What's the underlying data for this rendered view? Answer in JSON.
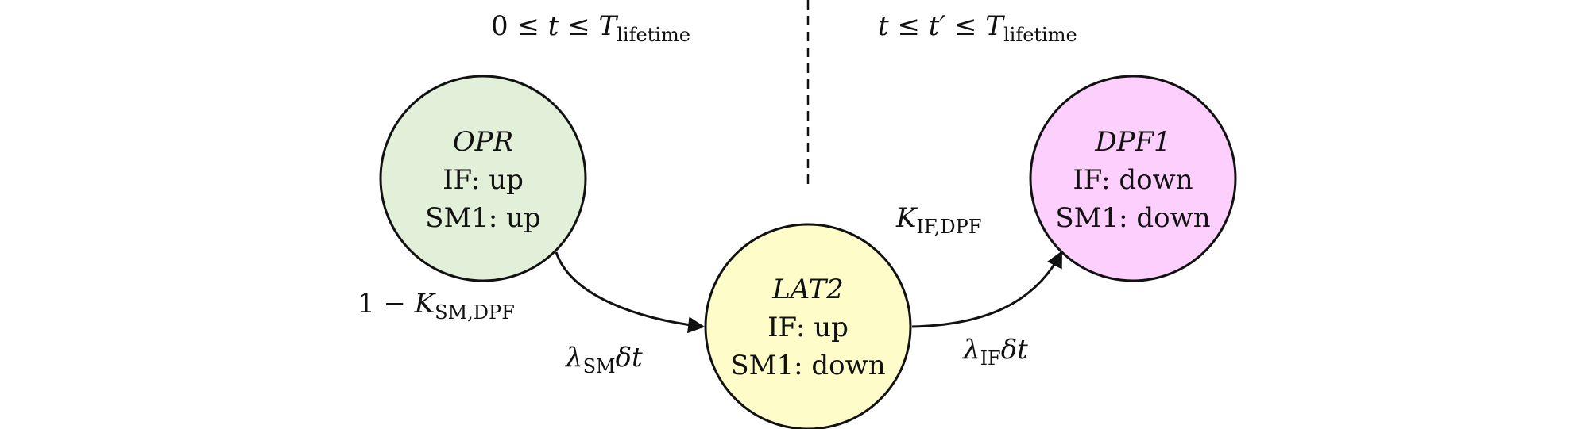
{
  "header": {
    "left": {
      "pre": "0 ≤ ",
      "var": "t",
      "mid": " ≤ ",
      "T": "T",
      "sub": "lifetime"
    },
    "right": {
      "var": "t",
      "mid": " ≤ ",
      "var2": "t′",
      "mid2": " ≤ ",
      "T": "T",
      "sub": "lifetime"
    }
  },
  "states": [
    {
      "name": "OPR",
      "line1": "IF: up",
      "line2": "SM1: up",
      "fill": "#e2efd9"
    },
    {
      "name": "LAT2",
      "line1": "IF: up",
      "line2": "SM1: down",
      "fill": "#fefdc9"
    },
    {
      "name": "DPF1",
      "line1": "IF: down",
      "line2": "SM1: down",
      "fill": "#fccffd"
    }
  ],
  "transitions": [
    {
      "coef": {
        "pre": "1 − ",
        "K": "K",
        "sub": "SM,DPF"
      },
      "rate": {
        "lambda": "λ",
        "sub": "SM",
        "delta": "δt"
      }
    },
    {
      "coef": {
        "K": "K",
        "sub": "IF,DPF"
      },
      "rate": {
        "lambda": "λ",
        "sub": "IF",
        "delta": "δt"
      }
    }
  ],
  "colors": {
    "stroke": "#111111"
  }
}
